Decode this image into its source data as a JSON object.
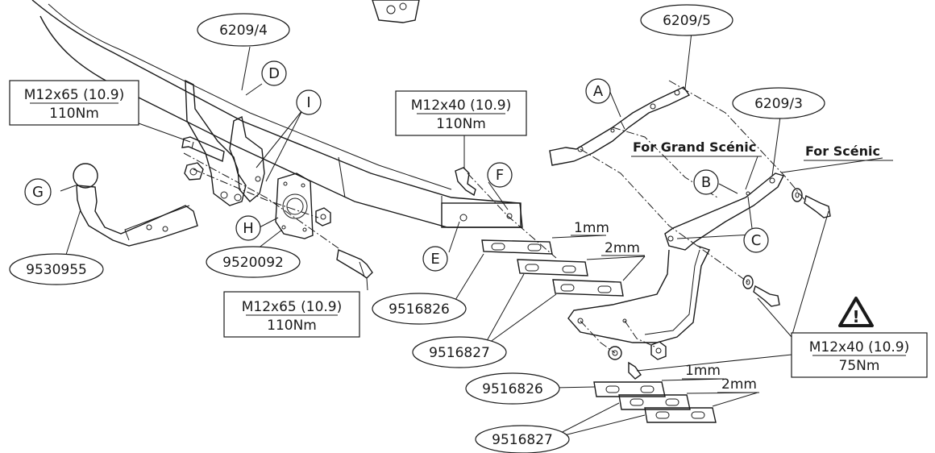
{
  "part_numbers": {
    "main_bar": "6209/4",
    "left_bracket_right": "6209/5",
    "right_bracket": "6209/3",
    "tow_ball": "9530955",
    "socket_plate": "9520092",
    "spacer_1mm_a": "9516826",
    "spacer_2mm_a": "9516827",
    "spacer_1mm_b": "9516826",
    "spacer_2mm_b": "9516827"
  },
  "letters": {
    "A": "A",
    "B": "B",
    "C": "C",
    "D": "D",
    "E": "E",
    "F": "F",
    "G": "G",
    "H": "H",
    "I": "I"
  },
  "bolt_specs": {
    "top_left": {
      "bolt": "M12x65 (10.9)",
      "torque": "110Nm"
    },
    "top_middle": {
      "bolt": "M12x40 (10.9)",
      "torque": "110Nm"
    },
    "bottom_left": {
      "bolt": "M12x65 (10.9)",
      "torque": "110Nm"
    },
    "bottom_right": {
      "bolt": "M12x40 (10.9)",
      "torque": "75Nm"
    }
  },
  "thickness": {
    "a1": "1mm",
    "a2": "2mm",
    "b1": "1mm",
    "b2": "2mm"
  },
  "variants": {
    "grand_scenic": "For Grand Scénic",
    "scenic": "For Scénic"
  },
  "warning_symbol": "!",
  "colors": {
    "line": "#1a1a1a",
    "background": "#ffffff"
  }
}
